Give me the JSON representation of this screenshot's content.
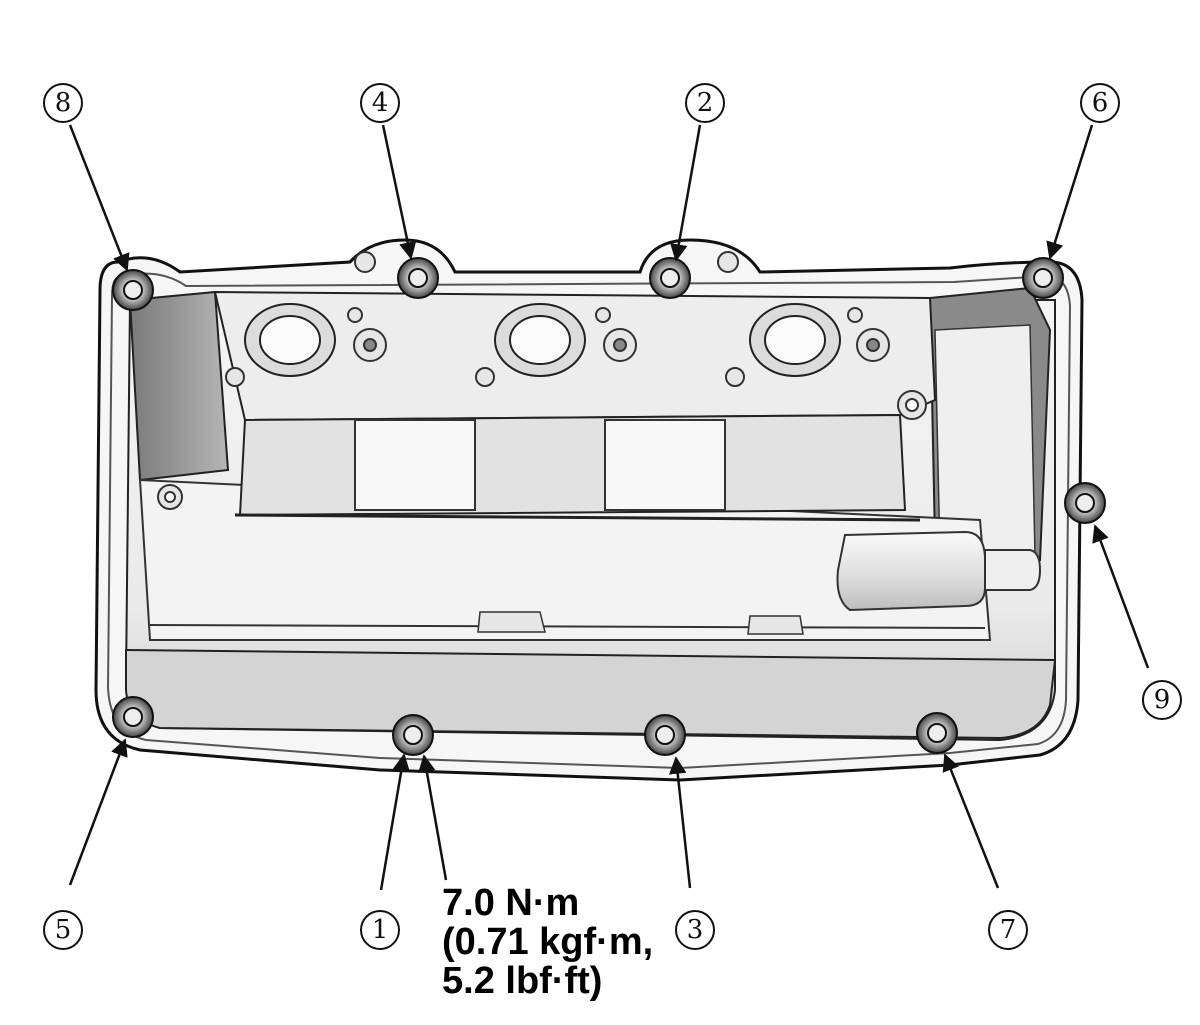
{
  "colors": {
    "outline": "#111111",
    "cover_light": "#f2f2f2",
    "cover_mid": "#d9d9d9",
    "cover_dark": "#8c8c8c",
    "bolt_head": "#5a5a5a"
  },
  "bolt_callouts": [
    {
      "number": "1"
    },
    {
      "number": "2"
    },
    {
      "number": "3"
    },
    {
      "number": "4"
    },
    {
      "number": "5"
    },
    {
      "number": "6"
    },
    {
      "number": "7"
    },
    {
      "number": "8"
    },
    {
      "number": "9"
    }
  ],
  "torque_spec": {
    "line1": "7.0 N·m",
    "line2": "(0.71 kgf·m,",
    "line3": "5.2 lbf·ft)"
  }
}
